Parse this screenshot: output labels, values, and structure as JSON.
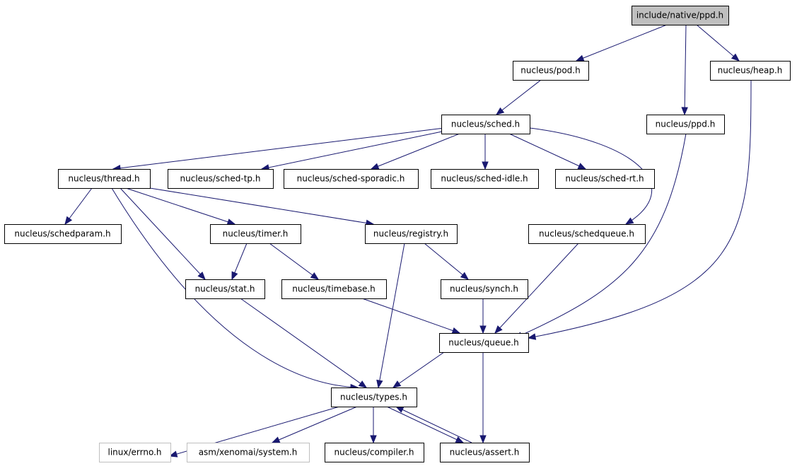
{
  "diagram": {
    "type": "include-dependency-graph",
    "colors": {
      "edge": "#191970",
      "root_fill": "#bfbfbf",
      "node_fill": "#ffffff",
      "node_border": "#000000",
      "external_border": "#bfbfbf"
    },
    "nodes": [
      {
        "id": "include-native-ppd",
        "label": "include/native/ppd.h",
        "kind": "root"
      },
      {
        "id": "nucleus-pod",
        "label": "nucleus/pod.h"
      },
      {
        "id": "nucleus-heap",
        "label": "nucleus/heap.h"
      },
      {
        "id": "nucleus-sched",
        "label": "nucleus/sched.h"
      },
      {
        "id": "nucleus-ppd",
        "label": "nucleus/ppd.h"
      },
      {
        "id": "nucleus-thread",
        "label": "nucleus/thread.h"
      },
      {
        "id": "nucleus-sched-tp",
        "label": "nucleus/sched-tp.h"
      },
      {
        "id": "nucleus-sched-sporadic",
        "label": "nucleus/sched-sporadic.h"
      },
      {
        "id": "nucleus-sched-idle",
        "label": "nucleus/sched-idle.h"
      },
      {
        "id": "nucleus-sched-rt",
        "label": "nucleus/sched-rt.h"
      },
      {
        "id": "nucleus-schedparam",
        "label": "nucleus/schedparam.h"
      },
      {
        "id": "nucleus-timer",
        "label": "nucleus/timer.h"
      },
      {
        "id": "nucleus-registry",
        "label": "nucleus/registry.h"
      },
      {
        "id": "nucleus-schedqueue",
        "label": "nucleus/schedqueue.h"
      },
      {
        "id": "nucleus-stat",
        "label": "nucleus/stat.h"
      },
      {
        "id": "nucleus-timebase",
        "label": "nucleus/timebase.h"
      },
      {
        "id": "nucleus-synch",
        "label": "nucleus/synch.h"
      },
      {
        "id": "nucleus-queue",
        "label": "nucleus/queue.h"
      },
      {
        "id": "nucleus-types",
        "label": "nucleus/types.h"
      },
      {
        "id": "linux-errno",
        "label": "linux/errno.h",
        "kind": "external"
      },
      {
        "id": "asm-xenomai-system",
        "label": "asm/xenomai/system.h",
        "kind": "external"
      },
      {
        "id": "nucleus-compiler",
        "label": "nucleus/compiler.h"
      },
      {
        "id": "nucleus-assert",
        "label": "nucleus/assert.h"
      }
    ],
    "edges": [
      {
        "from": "include-native-ppd",
        "to": "nucleus-pod"
      },
      {
        "from": "include-native-ppd",
        "to": "nucleus-ppd"
      },
      {
        "from": "include-native-ppd",
        "to": "nucleus-heap"
      },
      {
        "from": "nucleus-pod",
        "to": "nucleus-sched"
      },
      {
        "from": "nucleus-heap",
        "to": "nucleus-queue"
      },
      {
        "from": "nucleus-ppd",
        "to": "nucleus-queue"
      },
      {
        "from": "nucleus-sched",
        "to": "nucleus-thread"
      },
      {
        "from": "nucleus-sched",
        "to": "nucleus-sched-tp"
      },
      {
        "from": "nucleus-sched",
        "to": "nucleus-sched-sporadic"
      },
      {
        "from": "nucleus-sched",
        "to": "nucleus-sched-idle"
      },
      {
        "from": "nucleus-sched",
        "to": "nucleus-sched-rt"
      },
      {
        "from": "nucleus-sched",
        "to": "nucleus-schedqueue"
      },
      {
        "from": "nucleus-thread",
        "to": "nucleus-schedparam"
      },
      {
        "from": "nucleus-thread",
        "to": "nucleus-timer"
      },
      {
        "from": "nucleus-thread",
        "to": "nucleus-registry"
      },
      {
        "from": "nucleus-thread",
        "to": "nucleus-stat"
      },
      {
        "from": "nucleus-thread",
        "to": "nucleus-types"
      },
      {
        "from": "nucleus-timer",
        "to": "nucleus-stat"
      },
      {
        "from": "nucleus-timer",
        "to": "nucleus-timebase"
      },
      {
        "from": "nucleus-registry",
        "to": "nucleus-synch"
      },
      {
        "from": "nucleus-registry",
        "to": "nucleus-types"
      },
      {
        "from": "nucleus-schedqueue",
        "to": "nucleus-queue"
      },
      {
        "from": "nucleus-stat",
        "to": "nucleus-types"
      },
      {
        "from": "nucleus-timebase",
        "to": "nucleus-queue"
      },
      {
        "from": "nucleus-synch",
        "to": "nucleus-queue"
      },
      {
        "from": "nucleus-queue",
        "to": "nucleus-types"
      },
      {
        "from": "nucleus-queue",
        "to": "nucleus-assert"
      },
      {
        "from": "nucleus-types",
        "to": "linux-errno"
      },
      {
        "from": "nucleus-types",
        "to": "asm-xenomai-system"
      },
      {
        "from": "nucleus-types",
        "to": "nucleus-compiler"
      },
      {
        "from": "nucleus-types",
        "to": "nucleus-assert"
      },
      {
        "from": "nucleus-assert",
        "to": "nucleus-types"
      }
    ]
  }
}
